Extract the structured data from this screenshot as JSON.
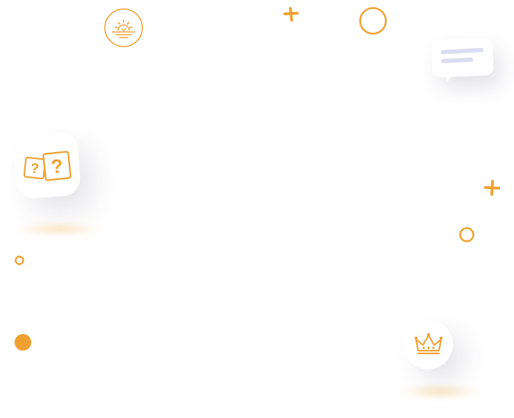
{
  "palette": {
    "accent": "#f0a030",
    "chat_lines": "#dadcf2",
    "background": "#ffffff"
  },
  "decorations": {
    "sunrise_icon": "sunrise-icon",
    "dice_icon": "question-dice-icon",
    "crown_icon": "crown-icon",
    "chat_icon": "chat-bubble-icon",
    "plus_marks": 2,
    "outline_circles": 3,
    "filled_dots": 1
  }
}
